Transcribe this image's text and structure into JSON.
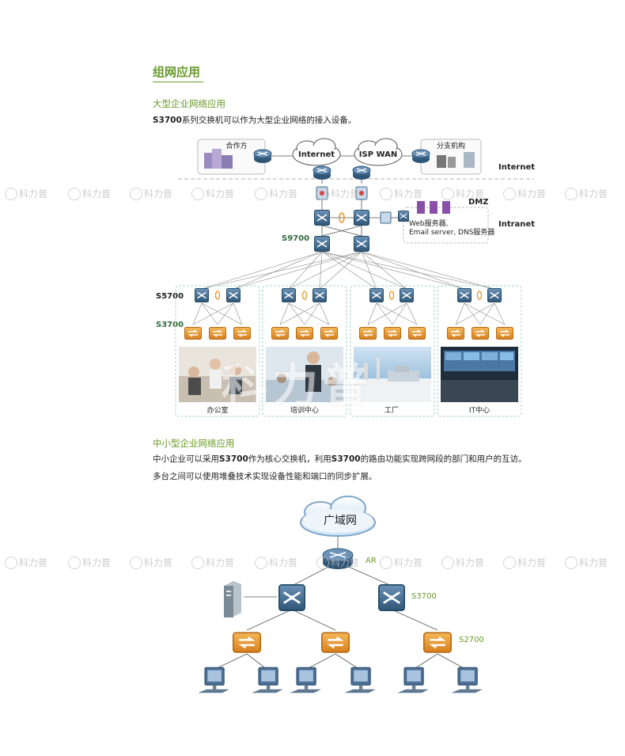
{
  "section_title": "组网应用",
  "large": {
    "title": "大型企业网络应用",
    "desc_model": "S3700",
    "desc_rest": "系列交换机可以作为大型企业网络的接入设备。",
    "labels": {
      "partner": "合作方",
      "internet_cloud": "Internet",
      "isp_wan": "ISP WAN",
      "branch": "分支机构",
      "internet_zone": "Internet",
      "dmz": "DMZ",
      "servers_line1": "Web服务器,",
      "servers_line2": "Email server, DNS服务器",
      "intranet": "Intranet",
      "s9700": "S9700",
      "s5700": "S5700",
      "s3700": "S3700"
    },
    "zones": [
      "办公室",
      "培训中心",
      "工厂",
      "IT中心"
    ]
  },
  "small": {
    "title": "中小型企业网络应用",
    "desc_p1": "中小企业可以采用",
    "desc_m1": "S3700",
    "desc_p2": "作为核心交换机，利用",
    "desc_m2": "S3700",
    "desc_p3": "的路由功能实现跨网段的部门和用户的互访。多台之间可以使用堆叠技术实现设备性能和端口的同步扩展。",
    "labels": {
      "wan": "广域网",
      "ar": "AR",
      "s3700": "S3700",
      "s2700": "S2700"
    }
  },
  "watermark": "科力普",
  "colors": {
    "accent_green": "#6a9a2a",
    "device_blue": "#3d6890",
    "access_orange": "#e8952a"
  }
}
